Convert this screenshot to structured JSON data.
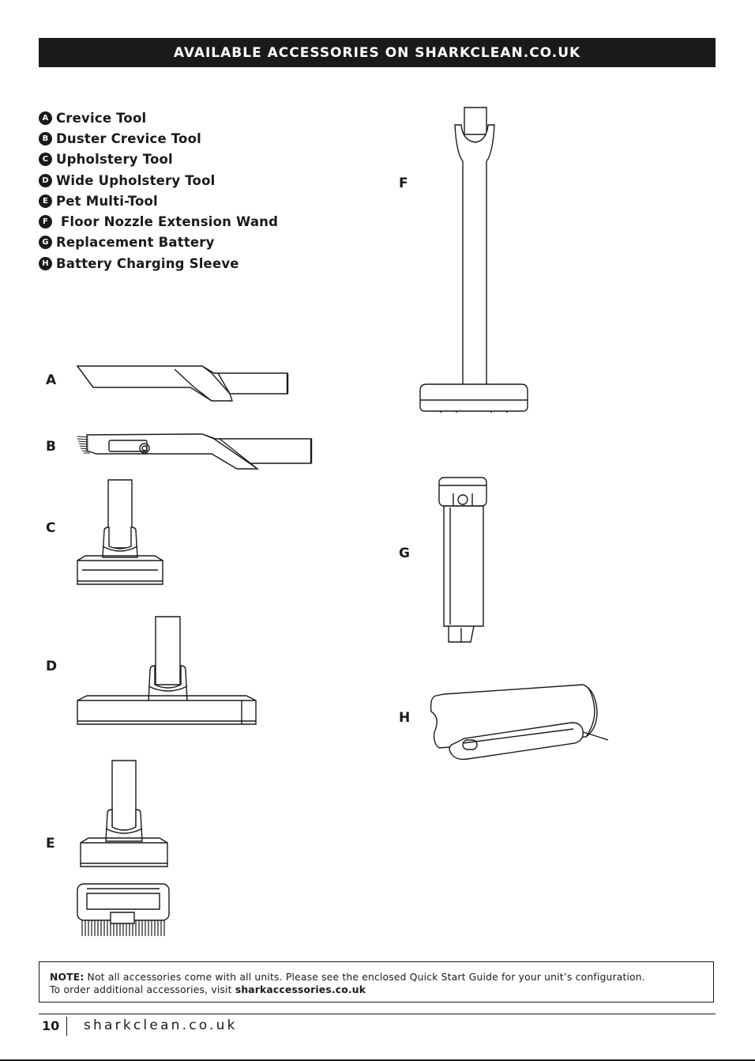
{
  "header": {
    "title": "AVAILABLE ACCESSORIES ON SHARKCLEAN.CO.UK"
  },
  "accessories": [
    {
      "letter": "A",
      "name": "Crevice Tool"
    },
    {
      "letter": "B",
      "name": "Duster Crevice Tool"
    },
    {
      "letter": "C",
      "name": "Upholstery Tool"
    },
    {
      "letter": "D",
      "name": "Wide Upholstery Tool"
    },
    {
      "letter": "E",
      "name": "Pet Multi-Tool"
    },
    {
      "letter": "F",
      "name": " Floor Nozzle Extension Wand"
    },
    {
      "letter": "G",
      "name": "Replacement Battery"
    },
    {
      "letter": "H",
      "name": "Battery Charging Sleeve"
    }
  ],
  "figures": {
    "a": "A",
    "b": "B",
    "c": "C",
    "d": "D",
    "e": "E",
    "f": "F",
    "g": "G",
    "h": "H"
  },
  "note": {
    "label": "NOTE:",
    "text": " Not all accessories come with all units. Please see the enclosed Quick Start Guide for your unit’s configuration.",
    "order_text": "To order additional accessories, visit ",
    "link": "sharkaccessories.co.uk"
  },
  "footer": {
    "page_number": "10",
    "site": "sharkclean.co.uk"
  }
}
